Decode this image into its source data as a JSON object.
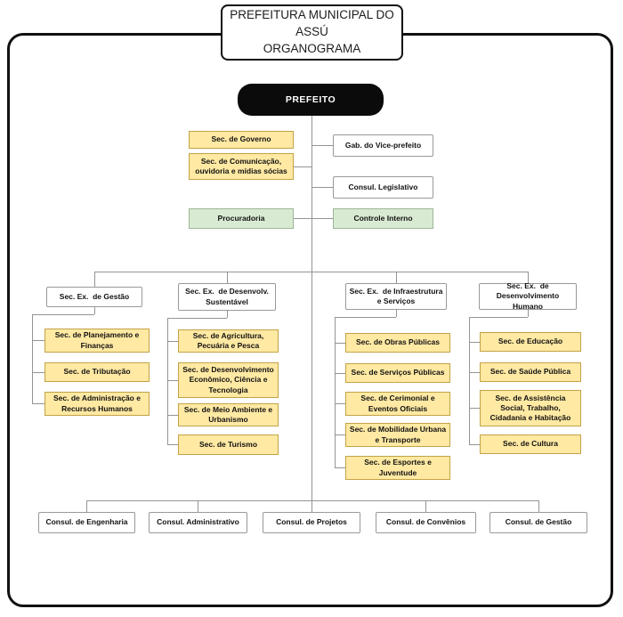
{
  "colors": {
    "yellow_fill": "#ffe9a3",
    "yellow_border": "#c3a246",
    "green_fill": "#d9ead3",
    "green_border": "#9db695",
    "box_border_gray": "#999999",
    "connector": "#949494",
    "root_fill": "#0b0b0b",
    "root_text": "#ffffff",
    "frame_border": "#111111"
  },
  "title": {
    "line1": "PREFEITURA MUNICIPAL DO",
    "line2": "ASSÚ",
    "line3": "ORGANOGRAMA"
  },
  "root": {
    "label": "PREFEITO"
  },
  "staff": {
    "governo": "Sec. de Governo",
    "vice_prefeito": "Gab. do Vice-prefeito",
    "comunicacao": "Sec. de Comunicação, ouvidoria e mídias sócias",
    "legislativo": "Consul. Legislativo",
    "procuradoria": "Procuradoria",
    "controle_interno": "Controle Interno"
  },
  "divisions": [
    {
      "label": "Sec. Ex.  de Gestão",
      "children": [
        "Sec. de Planejamento e Finanças",
        "Sec. de Tributação",
        "Sec. de Administração e Recursos Humanos"
      ]
    },
    {
      "label": "Sec. Ex.  de Desenvolv. Sustentável",
      "children": [
        "Sec. de Agricultura, Pecuária e Pesca",
        "Sec. de Desenvolvimento Econômico, Ciência e Tecnologia",
        "Sec. de Meio Ambiente e Urbanismo",
        "Sec. de Turismo"
      ]
    },
    {
      "label": "Sec. Ex.  de Infraestrutura e Serviços",
      "children": [
        "Sec. de Obras Públicas",
        "Sec. de Serviços Públicas",
        "Sec. de Cerimonial e Eventos Oficiais",
        "Sec. de Mobilidade Urbana e Transporte",
        "Sec. de Esportes e Juventude"
      ]
    },
    {
      "label": "Sec. Ex.  de Desenvolvimento Humano",
      "children": [
        "Sec. de Educação",
        "Sec. de Saúde Pública",
        "Sec. de Assistência Social, Trabalho, Cidadania e Habitação",
        "Sec. de Cultura"
      ]
    }
  ],
  "consultancies": [
    "Consul. de Engenharia",
    "Consul. Administrativo",
    "Consul. de Projetos",
    "Consul. de Convênios",
    "Consul. de Gestão"
  ]
}
